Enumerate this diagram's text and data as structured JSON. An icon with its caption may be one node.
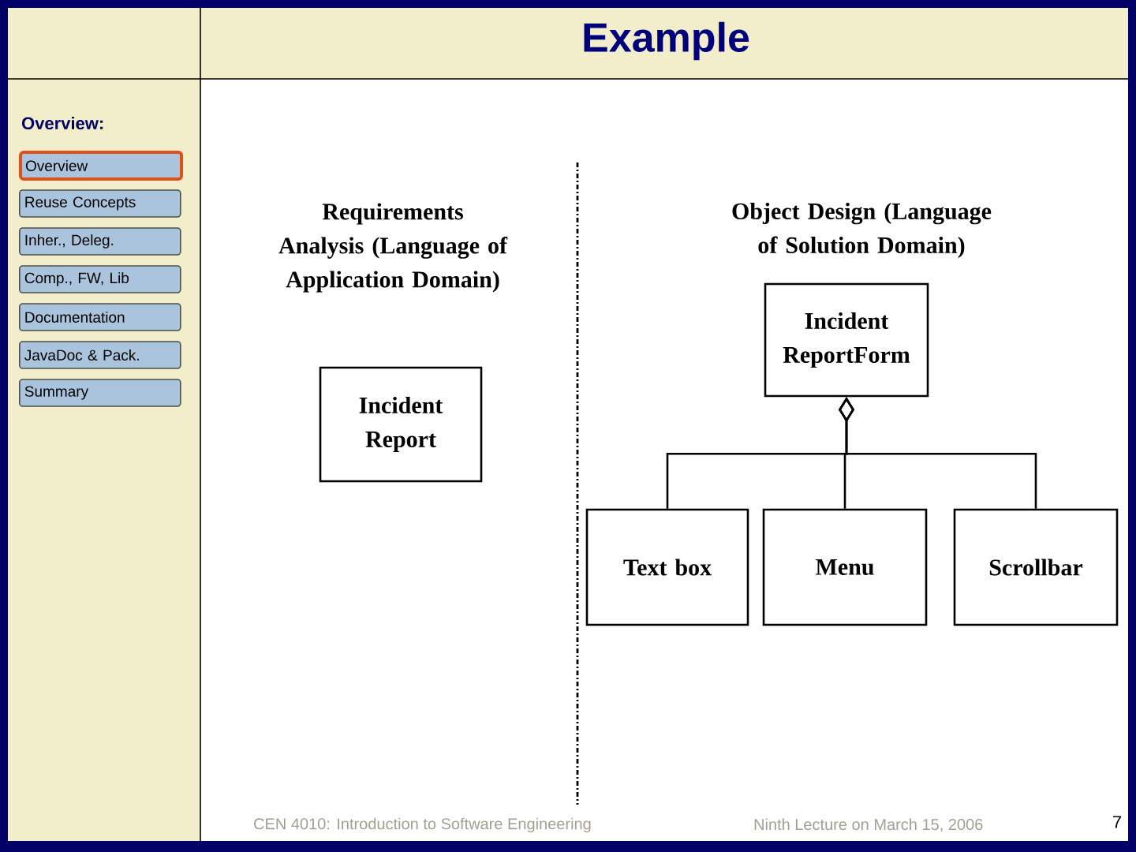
{
  "diagram": {
    "title": "Example",
    "nodes": [
      {
        "text": [
          "Overview"
        ]
      },
      {
        "text": [
          "Reuse Concepts"
        ]
      },
      {
        "text": [
          "Inher., Deleg."
        ]
      },
      {
        "text": [
          "Comp., FW, Lib"
        ]
      },
      {
        "text": [
          "Documentation"
        ]
      },
      {
        "text": [
          "JavaDoc & Pack."
        ]
      },
      {
        "text": [
          "Summary"
        ]
      },
      {
        "text": [
          "Incident Report"
        ]
      },
      {
        "text": [
          "Incident ReportForm"
        ]
      },
      {
        "text": [
          "Text box"
        ]
      },
      {
        "text": [
          "Menu"
        ]
      },
      {
        "text": [
          "Scrollbar"
        ]
      }
    ],
    "edges": [
      {
        "from": 9,
        "to": 8,
        "arrow": "other"
      },
      {
        "from": 10,
        "to": 8,
        "arrow": "other"
      },
      {
        "from": 11,
        "to": 8,
        "arrow": "other"
      }
    ],
    "labels": [
      "Overview:",
      "Requirements Analysis (Language of Application Domain)",
      "Object Design (Language of Solution Domain)",
      "CEN 4010: Introduction to Software Engineering",
      "Ninth Lecture on March 15, 2006",
      "7"
    ]
  }
}
